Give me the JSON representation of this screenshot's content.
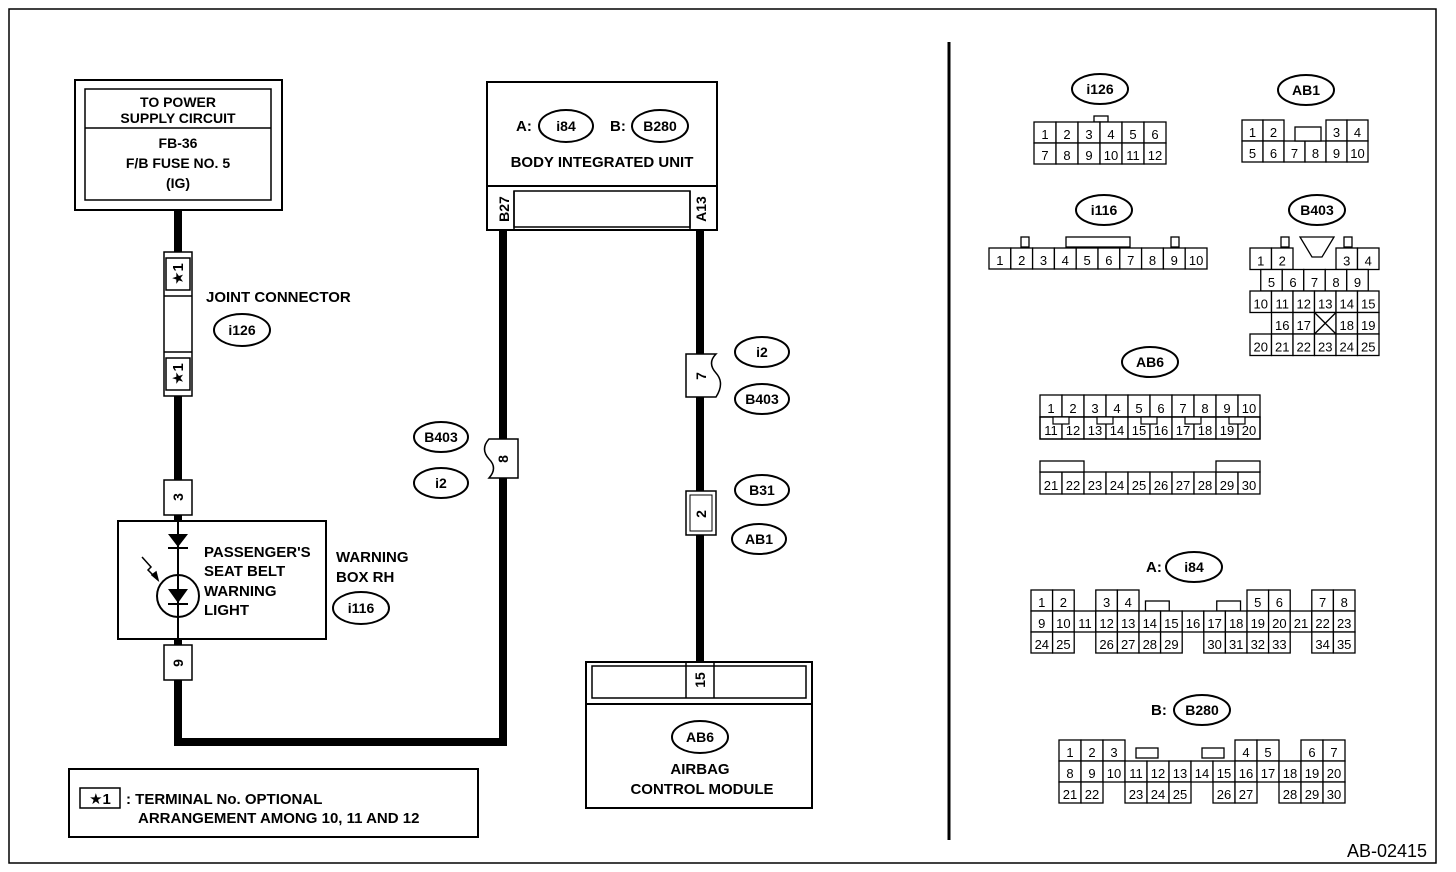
{
  "power": {
    "line1": "TO POWER",
    "line2": "SUPPLY CIRCUIT",
    "line3": "FB-36",
    "line4": "F/B FUSE NO. 5",
    "line5": "(IG)"
  },
  "joint_connector": {
    "label": "JOINT CONNECTOR",
    "code": "i126",
    "term_top": "★1",
    "term_bottom": "★1"
  },
  "body_unit": {
    "prefix_a": "A:",
    "code_a": "i84",
    "prefix_b": "B:",
    "code_b": "B280",
    "title": "BODY INTEGRATED UNIT",
    "term_left": "B27",
    "term_right": "A13"
  },
  "connectors": {
    "b403_left": "B403",
    "i2_left": "i2",
    "pin_8": "8",
    "i2_right": "i2",
    "b403_right": "B403",
    "pin_7": "7",
    "b31": "B31",
    "ab1": "AB1",
    "pin_2": "2"
  },
  "warning_box": {
    "title_1": "WARNING",
    "title_2": "BOX RH",
    "code": "i116",
    "term_top": "3",
    "term_bottom": "9",
    "light_1": "PASSENGER'S",
    "light_2": "SEAT BELT",
    "light_3": "WARNING",
    "light_4": "LIGHT"
  },
  "airbag": {
    "code": "AB6",
    "line1": "AIRBAG",
    "line2": "CONTROL MODULE",
    "term": "15"
  },
  "legend": {
    "symbol": "★1",
    "line1": ": TERMINAL No. OPTIONAL",
    "line2": "ARRANGEMENT AMONG 10, 11 AND 12"
  },
  "pinouts": {
    "i126": {
      "label": "i126",
      "rows": [
        [
          "1",
          "2",
          "3",
          "4",
          "5",
          "6"
        ],
        [
          "7",
          "8",
          "9",
          "10",
          "11",
          "12"
        ]
      ]
    },
    "ab1": {
      "label": "AB1",
      "rows": [
        [
          "1",
          "2",
          "",
          "",
          "3",
          "4"
        ],
        [
          "5",
          "6",
          "7",
          "8",
          "9",
          "10"
        ]
      ]
    },
    "i116": {
      "label": "i116",
      "rows": [
        [
          "1",
          "2",
          "3",
          "4",
          "5",
          "6",
          "7",
          "8",
          "9",
          "10"
        ]
      ]
    },
    "b403": {
      "label": "B403",
      "rows": [
        [
          "1",
          "2",
          "3",
          "4"
        ],
        [
          "5",
          "6",
          "7",
          "8",
          "9"
        ],
        [
          "10",
          "11",
          "12",
          "13",
          "14",
          "15"
        ],
        [
          "16",
          "17",
          "18",
          "19"
        ],
        [
          "20",
          "21",
          "22",
          "23",
          "24",
          "25"
        ]
      ]
    },
    "ab6": {
      "label": "AB6",
      "rows": [
        [
          "1",
          "2",
          "3",
          "4",
          "5",
          "6",
          "7",
          "8",
          "9",
          "10"
        ],
        [
          "11",
          "12",
          "13",
          "14",
          "15",
          "16",
          "17",
          "18",
          "19",
          "20"
        ],
        [
          "21",
          "22",
          "23",
          "24",
          "25",
          "26",
          "27",
          "28",
          "29",
          "30"
        ]
      ]
    },
    "i84": {
      "prefix": "A:",
      "label": "i84",
      "rows": [
        [
          "1",
          "2",
          "3",
          "4",
          "5",
          "6",
          "7",
          "8"
        ],
        [
          "9",
          "10",
          "11",
          "12",
          "13",
          "14",
          "15",
          "16",
          "17",
          "18",
          "19",
          "20",
          "21",
          "22",
          "23"
        ],
        [
          "24",
          "25",
          "26",
          "27",
          "28",
          "29",
          "30",
          "31",
          "32",
          "33",
          "34",
          "35"
        ]
      ]
    },
    "b280": {
      "prefix": "B:",
      "label": "B280",
      "rows": [
        [
          "1",
          "2",
          "3",
          "4",
          "5",
          "6",
          "7"
        ],
        [
          "8",
          "9",
          "10",
          "11",
          "12",
          "13",
          "14",
          "15",
          "16",
          "17",
          "18",
          "19",
          "20"
        ],
        [
          "21",
          "22",
          "23",
          "24",
          "25",
          "26",
          "27",
          "28",
          "29",
          "30"
        ]
      ]
    }
  },
  "footer_code": "AB-02415"
}
